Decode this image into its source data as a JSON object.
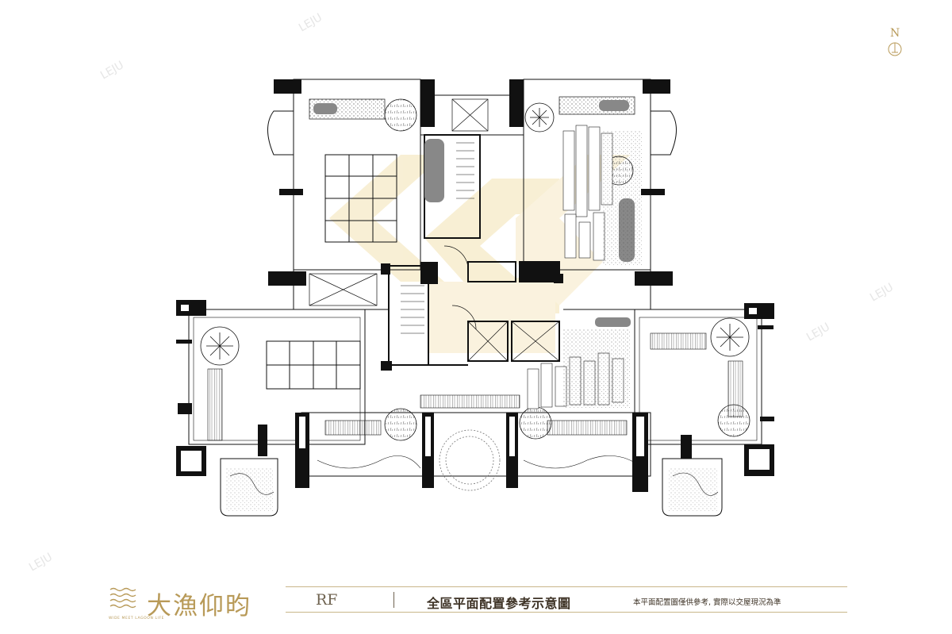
{
  "brand": {
    "name": "大漁仰昀",
    "tagline": "WIDE MEET LAGOON LIFE",
    "color": "#b89a58"
  },
  "plan": {
    "floor_label": "RF",
    "title": "全區平面配置參考示意圖",
    "note": "本平面配置圖僅供參考, 實際以交屋現況為準",
    "north_label": "N",
    "line_color": "#111111",
    "accent_color": "#f3e2b2"
  },
  "watermark": {
    "text": "LEJU"
  }
}
